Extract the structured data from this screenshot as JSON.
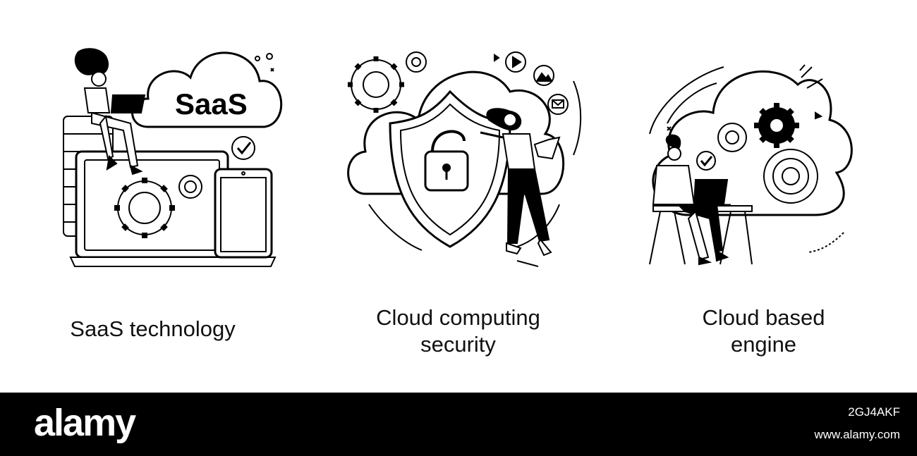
{
  "panels": [
    {
      "caption": "SaaS technology",
      "cloud_text": "SaaS",
      "icons": [
        "woman-sitting-icon",
        "server-stack-icon",
        "laptop-icon",
        "gear-icon",
        "smartphone-icon",
        "cloud-icon",
        "checkmark-icon"
      ]
    },
    {
      "caption_line1": "Cloud computing",
      "caption_line2": "security",
      "icons": [
        "cloud-icon",
        "shield-icon",
        "padlock-icon",
        "gear-icon",
        "play-icon",
        "image-icon",
        "mail-icon",
        "woman-with-tablet-icon"
      ]
    },
    {
      "caption_line1": "Cloud based",
      "caption_line2": "engine",
      "icons": [
        "cloud-icon",
        "gear-icon",
        "man-at-desk-icon",
        "laptop-icon",
        "checkmark-icon"
      ]
    }
  ],
  "footer": {
    "brand": "alamy",
    "image_id": "2GJ4AKF",
    "url": "www.alamy.com"
  },
  "colors": {
    "ink": "#000000",
    "background": "#ffffff",
    "footer": "#000000"
  }
}
